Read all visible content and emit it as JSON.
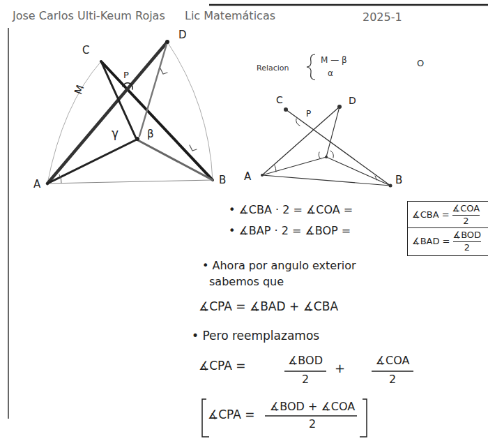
{
  "diagram": {
    "nodes": [
      {
        "text": [
          "∡CBA =",
          "∡COA",
          "2"
        ]
      },
      {
        "text": [
          "∡BAD =",
          "∡BOD",
          "2"
        ]
      }
    ],
    "labels": [
      "Jose Carlos Ulti-Keum Rojas",
      "Lic Matemáticas",
      "2025-1",
      "C",
      "D",
      "A",
      "B",
      "P",
      "M",
      "γ",
      "β",
      "Relacion",
      "M — β",
      "α",
      "O",
      "C",
      "D",
      "A",
      "B",
      "P",
      "• ∡CBA · 2 = ∡COA =",
      "• ∡BAP · 2 = ∡BOP =",
      "• Ahora por angulo exterior",
      "sabemos que",
      "∡CPA = ∡BAD + ∡CBA",
      "• Pero reemplazamos",
      "∡CPA =",
      "∡BOD",
      "2",
      "+",
      "∡COA",
      "2",
      "∡CPA =",
      "∡BOD + ∡COA",
      "2"
    ]
  }
}
